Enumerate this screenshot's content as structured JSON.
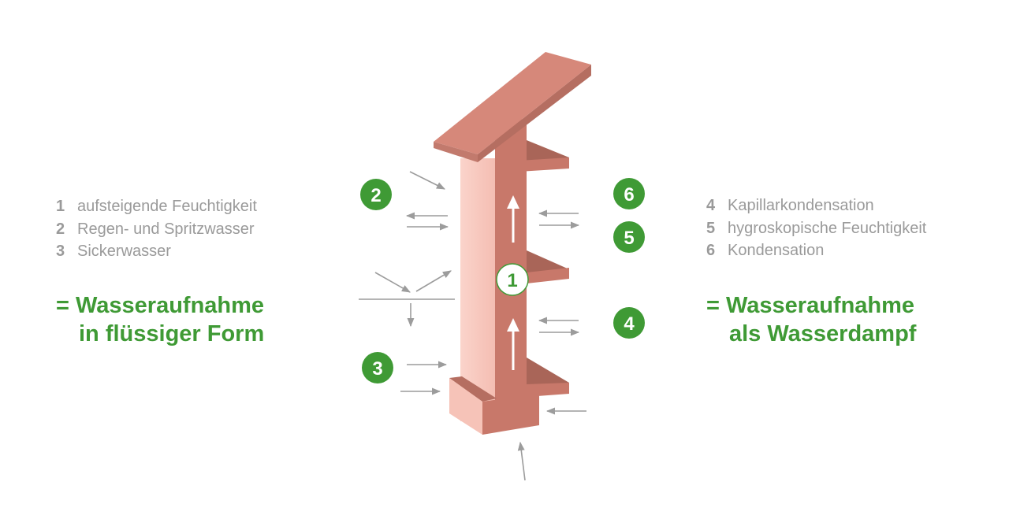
{
  "legend_left": [
    {
      "num": "1",
      "text": "aufsteigende Feuchtigkeit"
    },
    {
      "num": "2",
      "text": "Regen- und Spritzwasser"
    },
    {
      "num": "3",
      "text": "Sickerwasser"
    }
  ],
  "legend_right": [
    {
      "num": "4",
      "text": "Kapillarkondensation"
    },
    {
      "num": "5",
      "text": "hygroskopische Feuchtigkeit"
    },
    {
      "num": "6",
      "text": "Kondensation"
    }
  ],
  "summary_left": {
    "line1": "= Wasseraufnahme",
    "line2": "in flüssiger Form"
  },
  "summary_right": {
    "line1": "= Wasseraufnahme",
    "line2": "als Wasserdampf"
  },
  "markers": {
    "m1": "1",
    "m2": "2",
    "m3": "3",
    "m4": "4",
    "m5": "5",
    "m6": "6"
  },
  "colors": {
    "accent_green": "#3f9a35",
    "legend_gray": "#9a9a9a",
    "wall_front": "#f8c9bf",
    "wall_side": "#c8786a",
    "wall_top": "#d6887a",
    "arrow_gray": "#9c9c9c"
  }
}
